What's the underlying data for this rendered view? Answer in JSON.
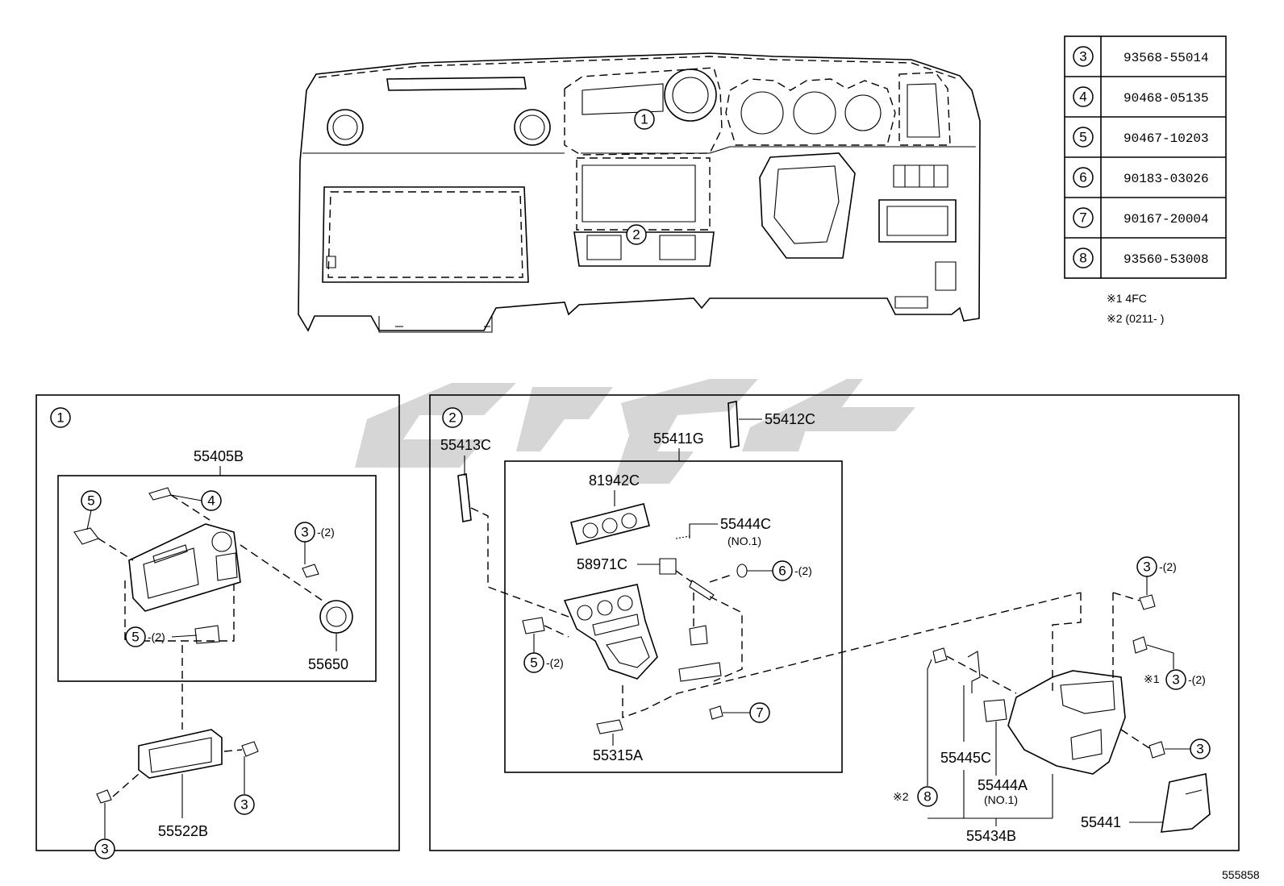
{
  "table": {
    "rows": [
      {
        "ref": "3",
        "part": "93568-55014"
      },
      {
        "ref": "4",
        "part": "90468-05135"
      },
      {
        "ref": "5",
        "part": "90467-10203"
      },
      {
        "ref": "6",
        "part": "90183-03026"
      },
      {
        "ref": "7",
        "part": "90167-20004"
      },
      {
        "ref": "8",
        "part": "93560-53008"
      }
    ],
    "notes": [
      "※1 4FC",
      "※2 (0211-   )"
    ]
  },
  "overview": {
    "callout1": "1",
    "callout2": "2"
  },
  "panel1": {
    "index": "1",
    "labels": {
      "p55405B": "55405B",
      "p55650": "55650",
      "p55522B": "55522B",
      "qty2a": "-(2)",
      "qty2b": "-(2)"
    },
    "refs": {
      "r5a": "5",
      "r4": "4",
      "r3a": "3",
      "r5b": "5",
      "r3b": "3",
      "r3c": "3"
    }
  },
  "panel2": {
    "index": "2",
    "labels": {
      "p55412C": "55412C",
      "p55413C": "55413C",
      "p55411G": "55411G",
      "p81942C": "81942C",
      "p55444C": "55444C",
      "p55444Cno": "(NO.1)",
      "p58971C": "58971C",
      "p55315A": "55315A",
      "p55445C": "55445C",
      "p55444A": "55444A",
      "p55444Ano": "(NO.1)",
      "p55434B": "55434B",
      "p55441": "55441",
      "qty6": "-(2)",
      "qty5": "-(2)",
      "qty3a": "-(2)",
      "qty3b": "-(2)",
      "note1": "※1",
      "note2": "※2"
    },
    "refs": {
      "r6": "6",
      "r5": "5",
      "r7": "7",
      "r3a": "3",
      "r3b": "3",
      "r3c": "3",
      "r8": "8"
    }
  },
  "watermark": "ه‍ڝـ",
  "footer_id": "555858"
}
